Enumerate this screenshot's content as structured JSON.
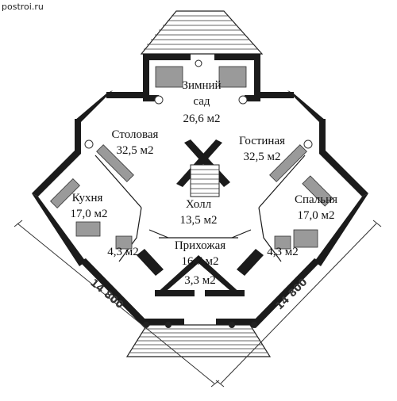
{
  "watermark": "postroi.ru",
  "rooms": {
    "winter_garden": {
      "line1": "Зимний",
      "line2": "сад",
      "area": "26,6 м2"
    },
    "dining": {
      "name": "Столовая",
      "area": "32,5 м2"
    },
    "living": {
      "name": "Гостиная",
      "area": "32,5 м2"
    },
    "kitchen": {
      "name": "Кухня",
      "area": "17,0 м2"
    },
    "bedroom": {
      "name": "Спальня",
      "area": "17,0 м2"
    },
    "hall": {
      "name": "Холл",
      "area": "13,5 м2"
    },
    "entry": {
      "name": "Прихожая",
      "area": "16,7 м2"
    },
    "bath_left": {
      "area": "4,3 м2"
    },
    "bath_right": {
      "area": "4,3 м2"
    },
    "vestibule": {
      "area": "3,3 м2"
    }
  },
  "dimensions": {
    "left": "14 800",
    "right": "14 800"
  }
}
